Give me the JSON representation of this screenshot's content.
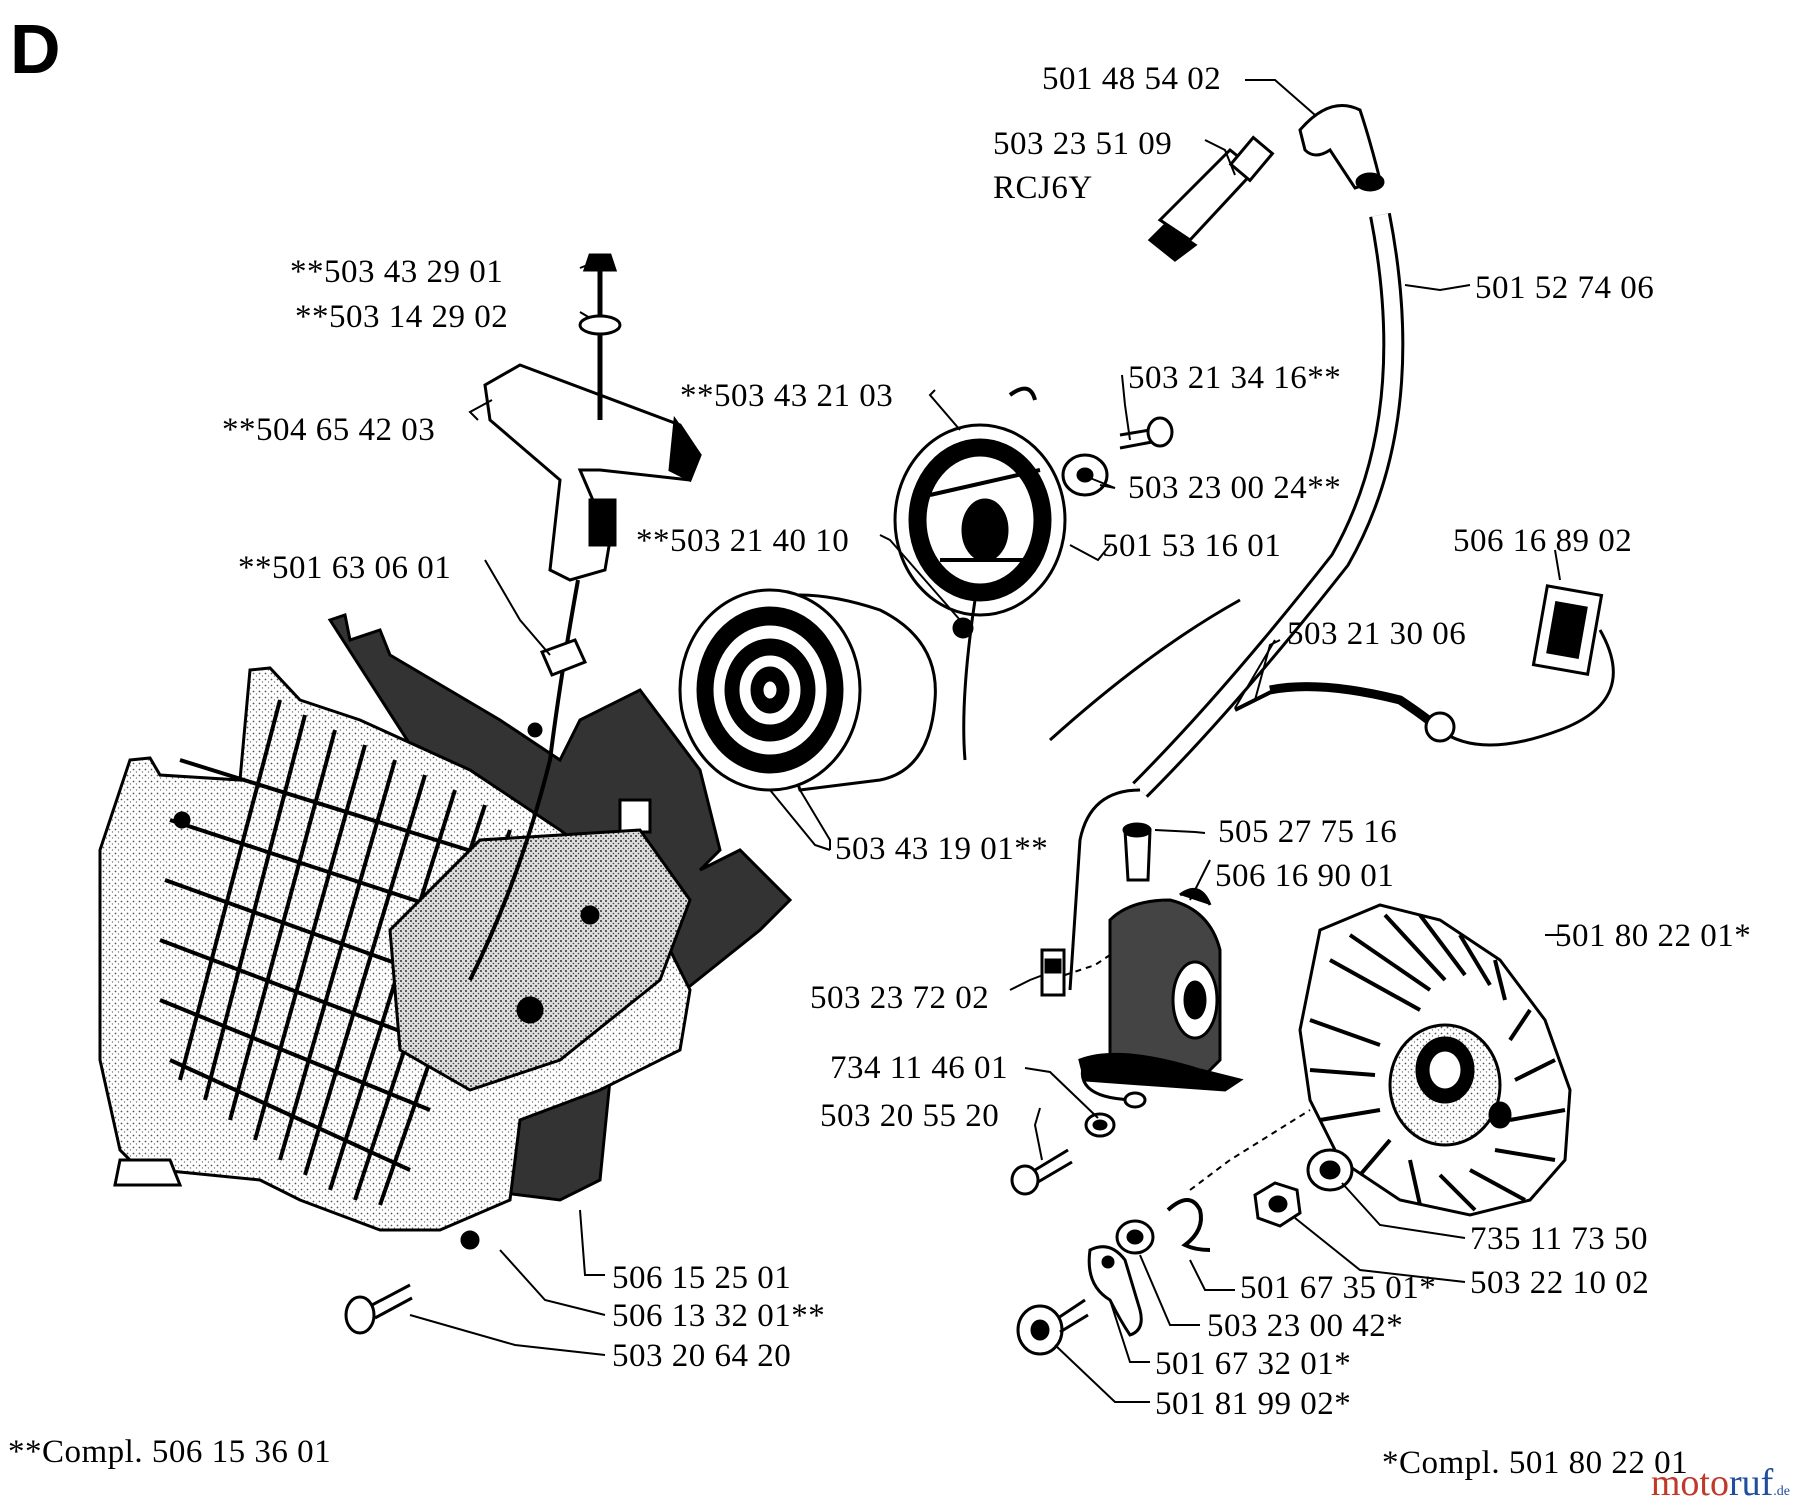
{
  "section_letter": "D",
  "labels": {
    "spark_cap": "501 48 54 02",
    "spark_plug": "503 23 51 09",
    "spark_plug_type": "RCJ6Y",
    "ht_lead": "501 52 74 06",
    "nut_top": "**503 43 29 01",
    "washer_top": "**503 14 29 02",
    "handle": "**504 65 42 03",
    "rope_guide": "**501 63 06 01",
    "pulley": "**503 43 21 03",
    "screw_pulley": "503 21 34 16**",
    "washer_pulley": "503 23 00 24**",
    "spring": "**503 21 40 10",
    "pulley_hub": "501 53 16 01",
    "switch": "506 16 89 02",
    "screw_wire": "503 21 30 06",
    "spring_cassette": "503 43 19 01**",
    "boot": "505 27 75 16",
    "ignition_module": "506 16 90 01",
    "flywheel": "501 80 22 01*",
    "connector": "503 23 72 02",
    "washer_mod": "734 11 46 01",
    "screw_mod": "503 20 55 20",
    "washer_fly": "735 11 73 50",
    "nut_fly": "503 22 10 02",
    "pawl_spring": "501 67 35 01*",
    "pawl_washer": "503 23 00 42*",
    "pawl": "501 67 32 01*",
    "pawl_screw": "501 81 99 02*",
    "cover": "506 15 25 01",
    "starter_housing": "506 13 32 01**",
    "cover_screw": "503 20 64 20"
  },
  "footnotes": {
    "left": "**Compl. 506 15 36 01",
    "right": "*Compl. 501 80 22 01"
  },
  "watermark": {
    "part1": "moto",
    "part2": "ruf",
    "part3": ".de"
  }
}
